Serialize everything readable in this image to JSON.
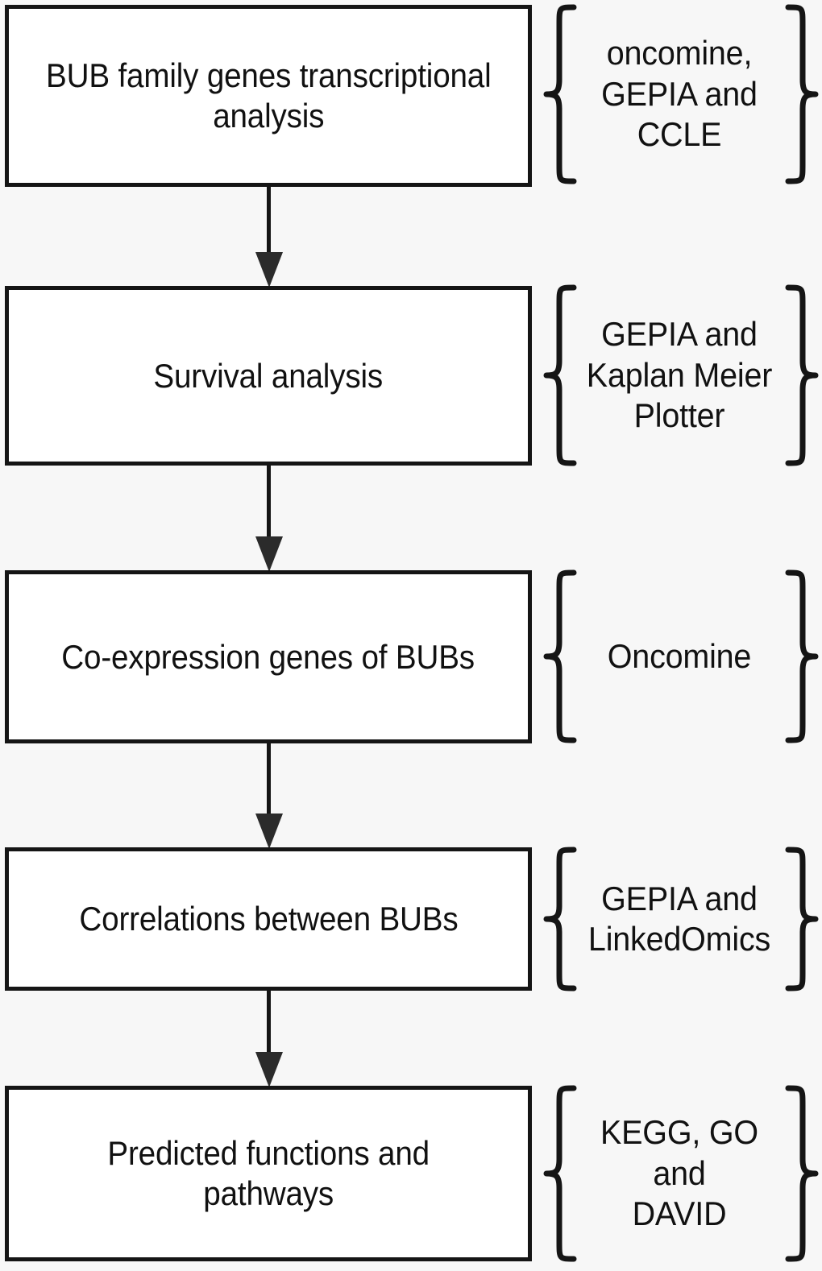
{
  "figure": {
    "type": "flowchart",
    "orientation": "vertical",
    "background_color": "#f7f7f7",
    "box_fill": "#ffffff",
    "stroke_color": "#151515",
    "text_color": "#111111"
  },
  "steps": [
    {
      "id": "step-1",
      "label": "BUB family genes transcriptional\nanalysis",
      "tools": "oncomine,\nGEPIA and CCLE"
    },
    {
      "id": "step-2",
      "label": "Survival analysis",
      "tools": "GEPIA and\nKaplan Meier\nPlotter"
    },
    {
      "id": "step-3",
      "label": "Co-expression genes of BUBs",
      "tools": "Oncomine"
    },
    {
      "id": "step-4",
      "label": "Correlations between BUBs",
      "tools": "GEPIA and\nLinkedOmics"
    },
    {
      "id": "step-5",
      "label": "Predicted functions and\npathways",
      "tools": "KEGG, GO and\nDAVID"
    }
  ]
}
